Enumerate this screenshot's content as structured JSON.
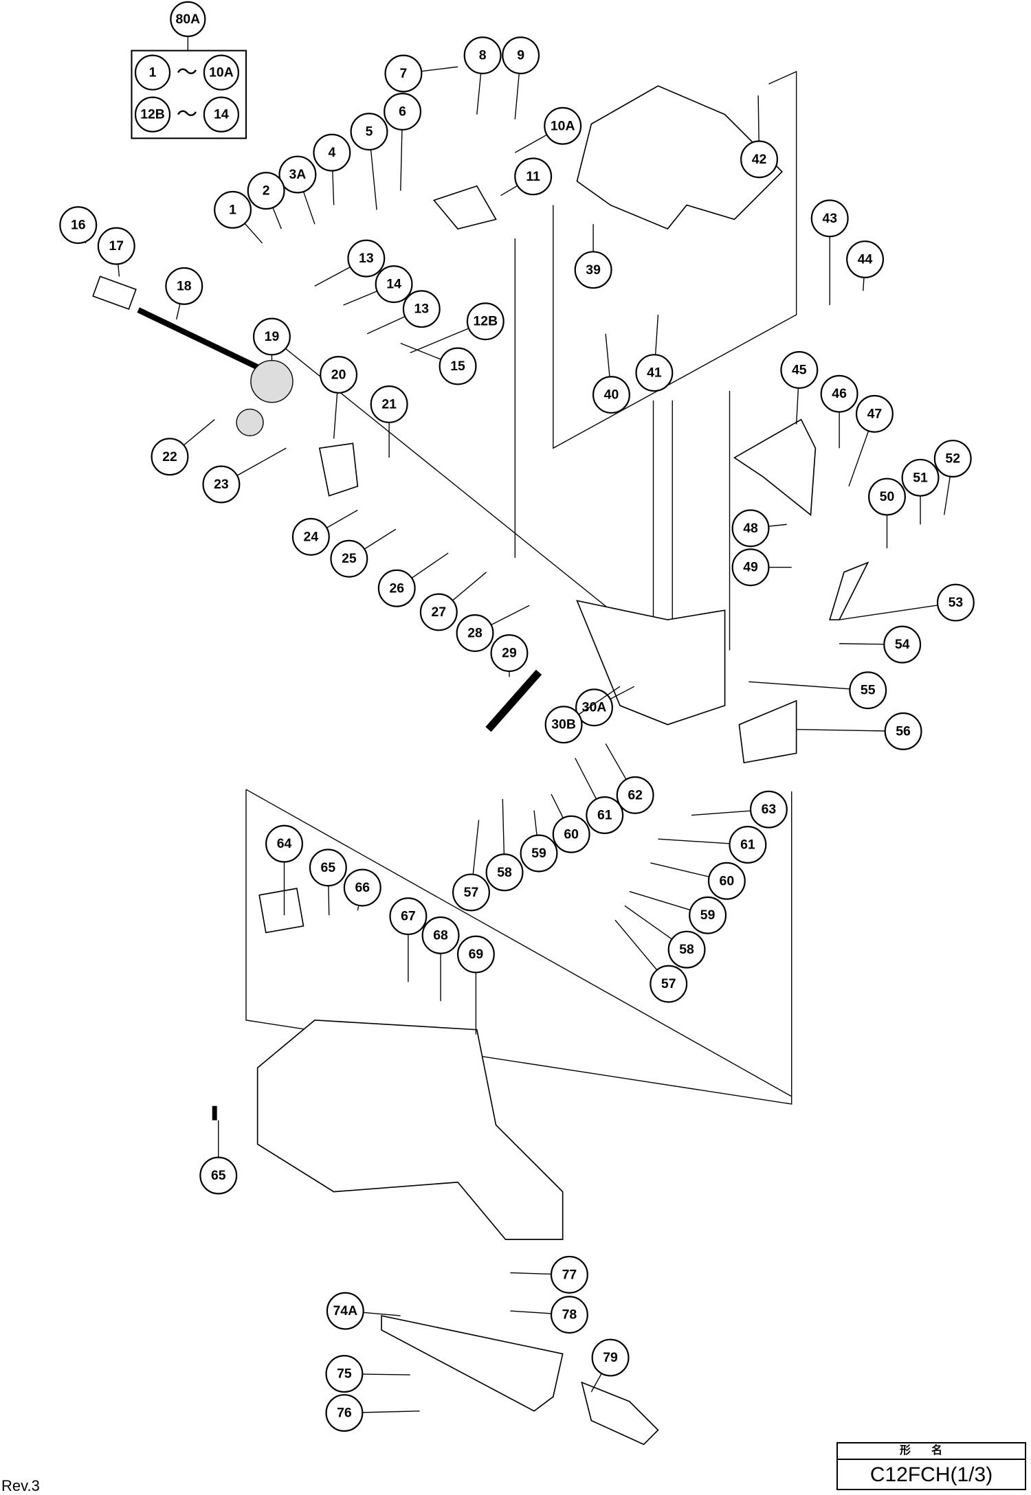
{
  "diagram": {
    "kit": {
      "label": "80A",
      "range": [
        [
          "1",
          "10A"
        ],
        [
          "12B",
          "14"
        ]
      ],
      "tilde": "～"
    },
    "callouts": [
      "7",
      "8",
      "9",
      "10A",
      "11",
      "6",
      "5",
      "4",
      "3A",
      "2",
      "1",
      "42",
      "16",
      "17",
      "18",
      "13",
      "14",
      "13",
      "12B",
      "15",
      "39",
      "40",
      "41",
      "43",
      "44",
      "19",
      "20",
      "21",
      "22",
      "23",
      "45",
      "46",
      "47",
      "52",
      "51",
      "50",
      "48",
      "49",
      "24",
      "25",
      "26",
      "27",
      "28",
      "29",
      "53",
      "54",
      "55",
      "56",
      "30A",
      "30B",
      "62",
      "61",
      "60",
      "59",
      "58",
      "57",
      "63",
      "61",
      "60",
      "59",
      "58",
      "57",
      "64",
      "65",
      "66",
      "67",
      "68",
      "69",
      "65",
      "77",
      "78",
      "74A",
      "79",
      "75",
      "76"
    ]
  },
  "footer": {
    "revision": "Rev.3",
    "title_header": "形名",
    "model": "C12FCH(1/3)"
  }
}
